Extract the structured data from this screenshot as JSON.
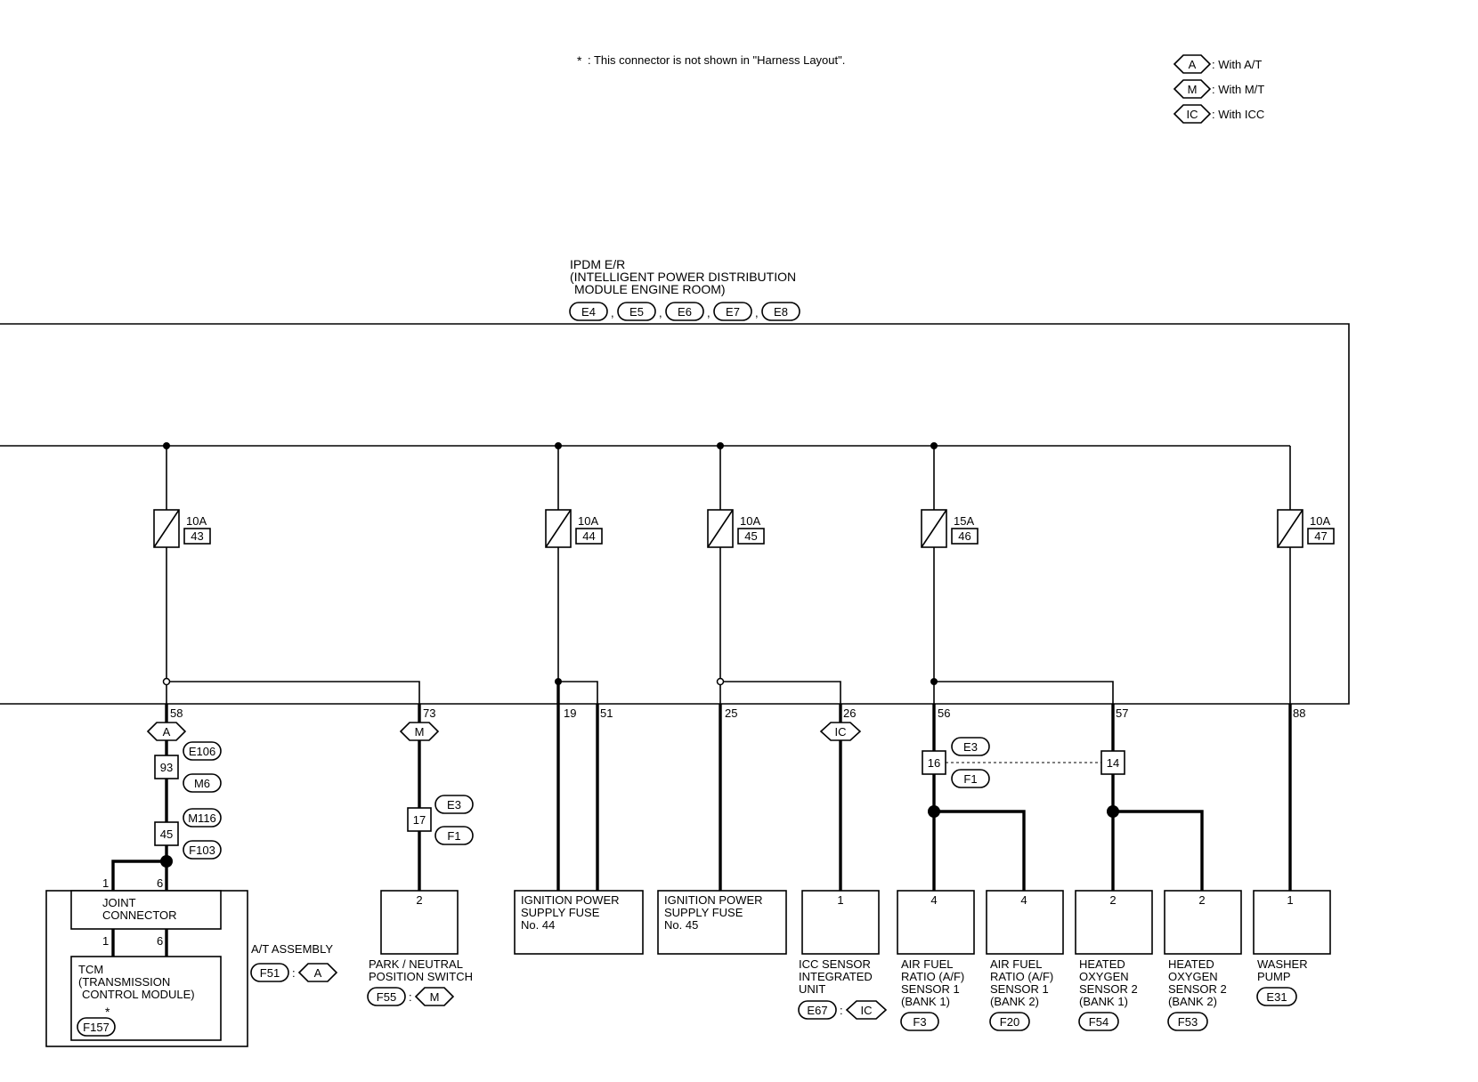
{
  "note": {
    "star": "*",
    "text": ": This connector is not shown in \"Harness Layout\"."
  },
  "legend": [
    {
      "code": "A",
      "text": ": With A/T"
    },
    {
      "code": "M",
      "text": ": With M/T"
    },
    {
      "code": "IC",
      "text": ": With ICC"
    }
  ],
  "ipdm": {
    "line1": "IPDM E/R",
    "line2": "(INTELLIGENT POWER DISTRIBUTION",
    "line3": "MODULE ENGINE ROOM)",
    "connectors": [
      "E4",
      "E5",
      "E6",
      "E7",
      "E8"
    ]
  },
  "fuses": [
    {
      "rating": "10A",
      "number": "43"
    },
    {
      "rating": "10A",
      "number": "44"
    },
    {
      "rating": "10A",
      "number": "45"
    },
    {
      "rating": "15A",
      "number": "46"
    },
    {
      "rating": "10A",
      "number": "47"
    }
  ],
  "terminals": [
    "58",
    "73",
    "19",
    "51",
    "25",
    "26",
    "56",
    "57",
    "88"
  ],
  "branch_tags": {
    "at": "A",
    "mt": "M",
    "icc": "IC"
  },
  "joints": {
    "j93": "93",
    "j45": "45",
    "j17": "17",
    "j16": "16",
    "j14": "14",
    "e106": "E106",
    "m6": "M6",
    "m116": "M116",
    "f103": "F103",
    "e3a": "E3",
    "f1a": "F1",
    "e3b": "E3",
    "f1b": "F1"
  },
  "joint_connector": {
    "label1": "JOINT",
    "label2": "CONNECTOR",
    "pin1_top": "1",
    "pin6_top": "6",
    "pin1_bot": "1",
    "pin6_bot": "6"
  },
  "tcm": {
    "line1": "TCM",
    "line2": "(TRANSMISSION",
    "line3": "CONTROL MODULE)",
    "star": "*",
    "connector": "F157"
  },
  "at_assembly": {
    "label": "A/T ASSEMBLY",
    "connector": "F51",
    "tag": "A"
  },
  "components": [
    {
      "pin": "2",
      "lines": [
        "PARK / NEUTRAL",
        "POSITION SWITCH"
      ],
      "connector": "F55",
      "tag": "M"
    },
    {
      "lines": [
        "IGNITION POWER",
        "SUPPLY FUSE",
        "No. 44"
      ]
    },
    {
      "lines": [
        "IGNITION POWER",
        "SUPPLY FUSE",
        "No. 45"
      ]
    },
    {
      "pin": "1",
      "lines": [
        "ICC SENSOR",
        "INTEGRATED",
        "UNIT"
      ],
      "connector": "E67",
      "tag": "IC"
    },
    {
      "pin": "4",
      "lines": [
        "AIR FUEL",
        "RATIO (A/F)",
        "SENSOR 1",
        "(BANK 1)"
      ],
      "connector": "F3"
    },
    {
      "pin": "4",
      "lines": [
        "AIR FUEL",
        "RATIO (A/F)",
        "SENSOR 1",
        "(BANK 2)"
      ],
      "connector": "F20"
    },
    {
      "pin": "2",
      "lines": [
        "HEATED",
        "OXYGEN",
        "SENSOR 2",
        "(BANK 1)"
      ],
      "connector": "F54"
    },
    {
      "pin": "2",
      "lines": [
        "HEATED",
        "OXYGEN",
        "SENSOR 2",
        "(BANK 2)"
      ],
      "connector": "F53"
    },
    {
      "pin": "1",
      "lines": [
        "WASHER",
        "PUMP"
      ],
      "connector": "E31"
    }
  ],
  "separators": {
    "comma": ",",
    "colon": ":"
  }
}
